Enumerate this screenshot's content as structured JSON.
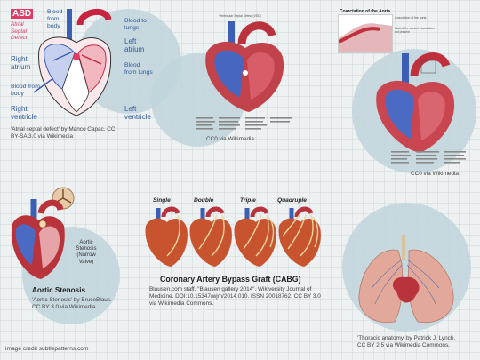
{
  "panel_asd": {
    "abbr": "ASD",
    "title_lines": [
      "Atrial",
      "Septal",
      "Defect"
    ],
    "labels": {
      "blood_from_body_top": "Blood from body",
      "blood_to_lungs": "Blood to lungs",
      "right_atrium": "Right atrium",
      "left_atrium": "Left atrium",
      "blood_from_lungs": "Blood from lungs",
      "blood_from_body_bottom": "Blood from body",
      "right_ventricle": "Right ventricle",
      "left_ventricle": "Left ventricle"
    },
    "caption": "'Atrial septal defect' by Manco Capac. CC BY-SA 3.0 via Wikimedia"
  },
  "panel_vsd": {
    "title": "Ventricular Septal Defect (VSD)",
    "caption": "CC0 via Wikimedia"
  },
  "panel_coarct": {
    "title": "Coarctation of the Aorta",
    "callout_1": "Coarctation of the aorta",
    "callout_2": "Wall of the aorta if coarctation not present",
    "caption": "CC0 via Wikimedia"
  },
  "panel_aortic": {
    "label": "Aortic Stenosis (Narrow Valve)",
    "title": "Aortic Stenosis",
    "caption": "'Aortic Stenosis' by BruceBlaus. CC BY 3.0 via Wikimedia."
  },
  "panel_cabg": {
    "headers": [
      "Single",
      "Double",
      "Triple",
      "Quadruple"
    ],
    "title": "Coronary Artery Bypass Graft (CABG)",
    "caption": "Blausen.com staff. \"Blausen gallery 2014\". Wikiversity Journal of Medicine. DOI:10.15347/wjm/2014.010. ISSN 20018762. CC BY 3.0 via Wikimedia Commons."
  },
  "panel_thoracic": {
    "caption": "'Thoracic anatomy' by Patrick J. Lynch. CC BY 2.5 via Wikimedia Commons."
  },
  "footer": {
    "credit": "image credit subtlepatterns.com"
  },
  "colors": {
    "circle": "#bfd5dc",
    "label_blue": "#2f5a9c",
    "asd_pink": "#e23a66",
    "heart_red": "#b8333b",
    "vein_blue": "#3b5fb5"
  }
}
